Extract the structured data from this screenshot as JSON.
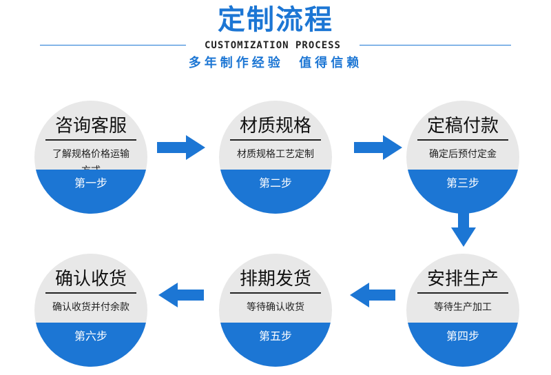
{
  "header": {
    "title": "定制流程",
    "subtitle_en": "CUSTOMIZATION PROCESS",
    "subtitle_cn": "多年制作经验  值得信赖"
  },
  "steps": [
    {
      "name": "咨询客服",
      "description": "了解规格价格运输方式",
      "label": "第一步"
    },
    {
      "name": "材质规格",
      "description": "材质规格工艺定制",
      "label": "第二步"
    },
    {
      "name": "定稿付款",
      "description": "确定后预付定金",
      "label": "第三步"
    },
    {
      "name": "安排生产",
      "description": "等待生产加工",
      "label": "第四步"
    },
    {
      "name": "排期发货",
      "description": "等待确认收货",
      "label": "第五步"
    },
    {
      "name": "确认收货",
      "description": "确认收货并付余款",
      "label": "第六步"
    }
  ],
  "colors": {
    "accent": "#1c76d4",
    "circle": "#e8e8e8",
    "text": "#111111"
  },
  "arrows": [
    "arrow-right-icon",
    "arrow-right-icon",
    "arrow-down-icon",
    "arrow-left-icon",
    "arrow-left-icon"
  ]
}
